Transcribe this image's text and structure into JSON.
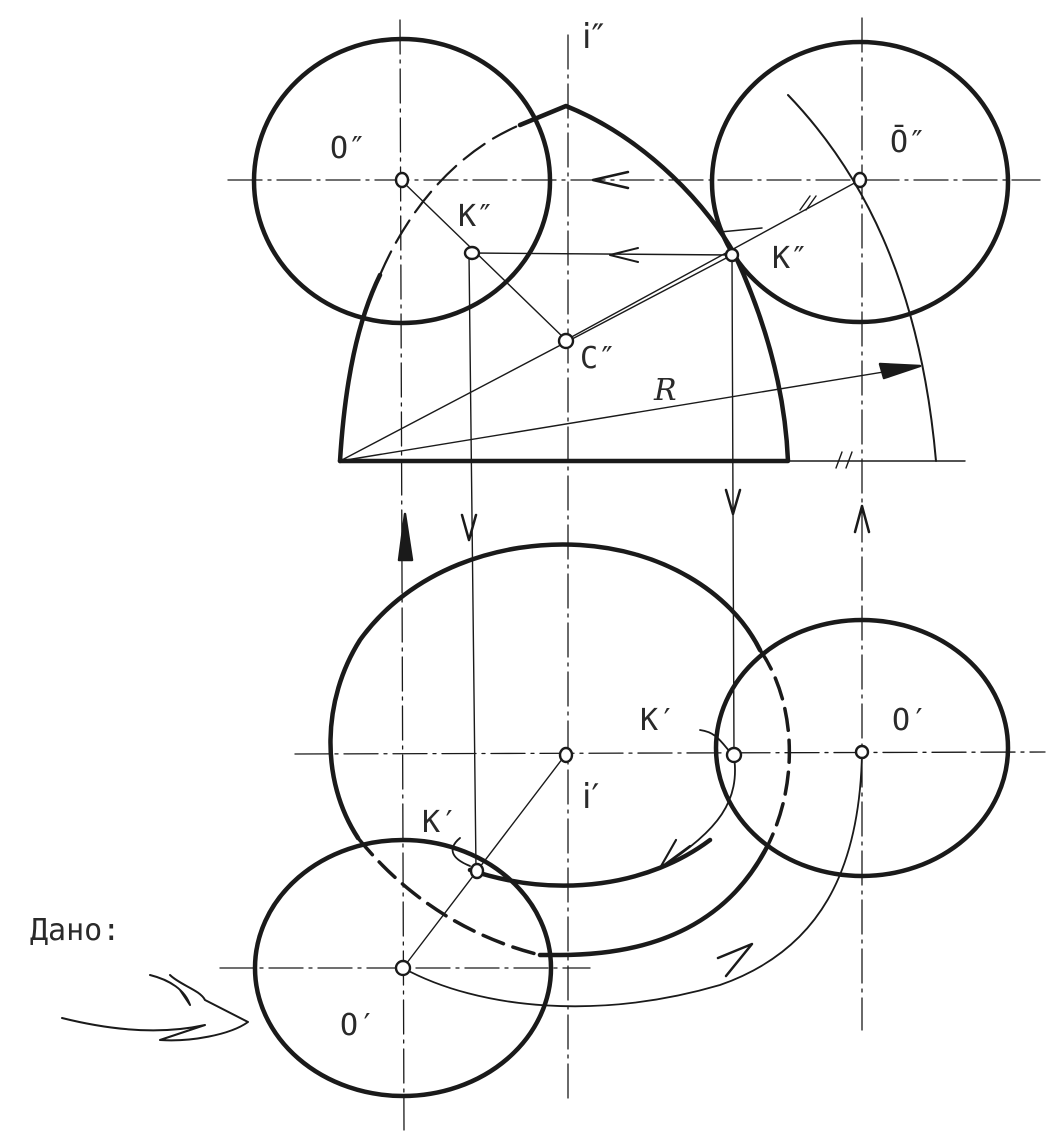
{
  "labels": {
    "axis_i2": "i″",
    "O2": "O″",
    "O2_bar": "Ō″",
    "K2": "K″",
    "K2_bar": "K″",
    "K2_bar_mark": "–″",
    "C2": "C″",
    "R": "R",
    "K1_bar": "K′",
    "O1_bar": "O′",
    "i1": "i′",
    "K1": "K′",
    "O1": "O′",
    "given": "Дано:",
    "tick": "″"
  },
  "colors": {
    "ink": "#1a1a1a",
    "paper": "#ffffff"
  }
}
